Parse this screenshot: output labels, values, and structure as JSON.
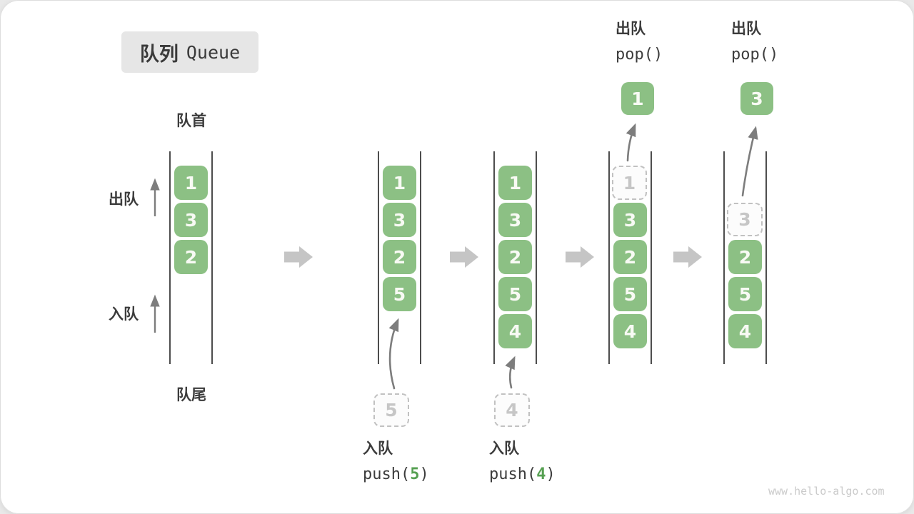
{
  "title": {
    "zh": "队列",
    "en": "Queue"
  },
  "front_label": "队首",
  "rear_label": "队尾",
  "side": {
    "dequeue": "出队",
    "enqueue": "入队"
  },
  "ops": {
    "push5": {
      "zh": "入队",
      "fn_open": "push(",
      "arg": "5",
      "fn_close": ")"
    },
    "push4": {
      "zh": "入队",
      "fn_open": "push(",
      "arg": "4",
      "fn_close": ")"
    },
    "pop1": {
      "zh": "出队",
      "fn": "pop()",
      "value": "1"
    },
    "pop2": {
      "zh": "出队",
      "fn": "pop()",
      "value": "3"
    }
  },
  "states": [
    {
      "cells": [
        "1",
        "3",
        "2"
      ]
    },
    {
      "cells": [
        "1",
        "3",
        "2",
        "5"
      ],
      "ghost": "5"
    },
    {
      "cells": [
        "1",
        "3",
        "2",
        "5",
        "4"
      ],
      "ghost": "4"
    },
    {
      "cells": [
        "3",
        "2",
        "5",
        "4"
      ],
      "ghost": "1"
    },
    {
      "cells": [
        "2",
        "5",
        "4"
      ],
      "ghost": "3"
    }
  ],
  "watermark": "www.hello-algo.com",
  "colors": {
    "cell_green": "#8cc084",
    "cell_text": "#f8faf4",
    "accent_green": "#56a052",
    "text_dark": "#3c3c3c",
    "wall_line": "#4d4d4d",
    "thin_arrow": "#7d7d7d",
    "block_arrow": "#c5c5c5",
    "ghost_border": "#c1c1c1",
    "ghost_text": "#c6c6c6",
    "title_bg": "#e6e6e6",
    "watermark_gray": "#cbcbcb"
  }
}
